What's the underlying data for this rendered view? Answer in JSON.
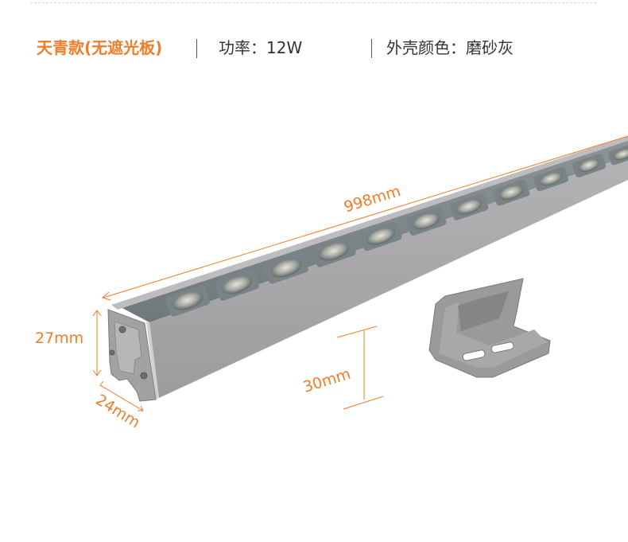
{
  "specs": {
    "model": "天青款(无遮光板)",
    "power": "功率：12W",
    "shell_color": "外壳颜色：磨砂灰"
  },
  "dimensions": {
    "length": "998mm",
    "height": "27mm",
    "width": "24mm",
    "bracket_height": "30mm"
  },
  "colors": {
    "accent": "#ef7d2a",
    "body": "#a9a9ab",
    "lens": "#7f8a8d"
  }
}
